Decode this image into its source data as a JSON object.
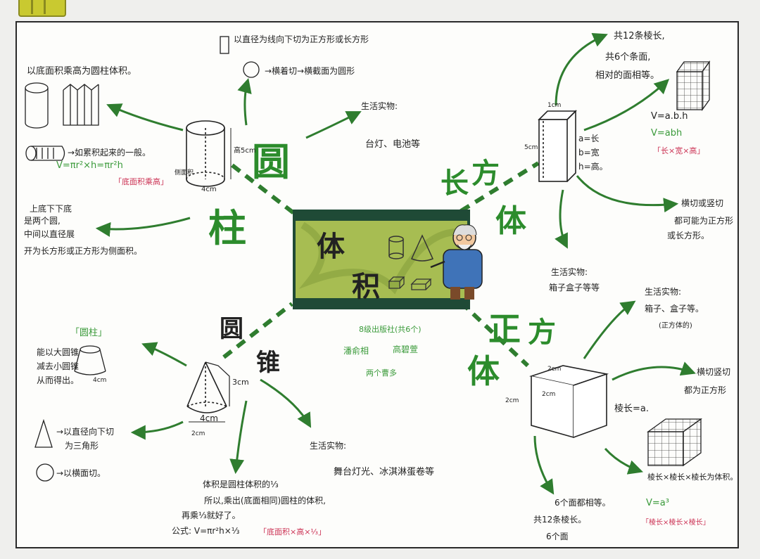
{
  "center": {
    "char1": "体",
    "char2": "积"
  },
  "cylinder": {
    "title_char1": "圆",
    "title_char2": "柱",
    "volume_note": "以底面积乘高为圆柱体积。",
    "accumulate_note": "→如累积起来的一般。",
    "formula": "V=πr²×h=πr²h",
    "formula_note": "「底面积乘高」",
    "cut_diameter": "以直径为线向下切为正方形或长方形",
    "cut_cross": "→横着切→横截面为圆形",
    "daily_label": "生活实物:",
    "daily_items": "台灯、电池等",
    "surface_line1": "上底下下底",
    "surface_line2": "是两个圆,",
    "surface_line3": "中间以直径展",
    "surface_line4": "开为长方形或正方形为侧面积。",
    "dim_height": "高5cm",
    "dim_base": "4cm",
    "dim_side": "侧面积"
  },
  "cuboid": {
    "title_char1": "长",
    "title_char2": "方",
    "title_char3": "体",
    "facts_line1": "共12条棱长,",
    "facts_line2": "共6个条面,",
    "facts_line3": "相对的面相等。",
    "formula1": "V=a.b.h",
    "formula2": "V=abh",
    "formula_note": "「长×宽×高」",
    "var_a": "a=长",
    "var_b": "b=宽",
    "var_h": "h=高。",
    "dim_top": "1cm",
    "dim_side": "5cm",
    "cut_line1": "横切或竖切",
    "cut_line2": "都可能为正方形",
    "cut_line3": "或长方形。",
    "daily_label": "生活实物:",
    "daily_items": "箱子盒子等等"
  },
  "cone": {
    "title_char1": "圆",
    "title_char2": "锥",
    "frustum_label": "「圆柱」",
    "frustum_line1": "能以大圆锥",
    "frustum_line2": "减去小圆锥",
    "frustum_line3": "从而得出。",
    "frustum_dim": "4cm",
    "cut_diameter_line1": "→以直径向下切",
    "cut_diameter_line2": "为三角形",
    "cut_cross": "→以横面切。",
    "dim_height": "3cm",
    "dim_base": "4cm",
    "dim_radius": "2cm",
    "volume_line1": "体积是圆柱体积的⅓",
    "volume_line2": "所以,乘出(底面相同)圆柱的体积,",
    "volume_line3": "再乘⅓就好了。",
    "formula_prefix": "公式: V=πr²h×⅓",
    "formula_note": "「底面积×高×⅓」",
    "daily_label": "生活实物:",
    "daily_items": "舞台灯光、冰淇淋蛋卷等"
  },
  "cube": {
    "title_char1": "正",
    "title_char2": "方",
    "title_char3": "体",
    "dim_top": "2cm",
    "dim_side": "2cm",
    "dim_depth": "2cm",
    "edge_label": "棱长=a.",
    "daily_label": "生活实物:",
    "daily_items": "箱子、盒子等。",
    "daily_note": "(正方体的)",
    "cut_line1": "横切竖切",
    "cut_line2": "都为正方形",
    "facts_line1": "6个面都相等。",
    "facts_line2": "共12条棱长。",
    "facts_line3": "6个面",
    "formula_text": "棱长×棱长×棱长为体积。",
    "formula": "V=a³",
    "formula_note": "「棱长×棱长×棱长」"
  },
  "publisher": {
    "line1": "8级出版社(共6个)",
    "name1": "潘俞相",
    "name2": "高碧萱",
    "name3": "两个曹多"
  },
  "colors": {
    "green_line": "#2f7d2f",
    "board": "#1f4a36",
    "board_fill": "#a7bd52",
    "light_green": "#3a9a3a",
    "red_note": "#cc3355"
  }
}
